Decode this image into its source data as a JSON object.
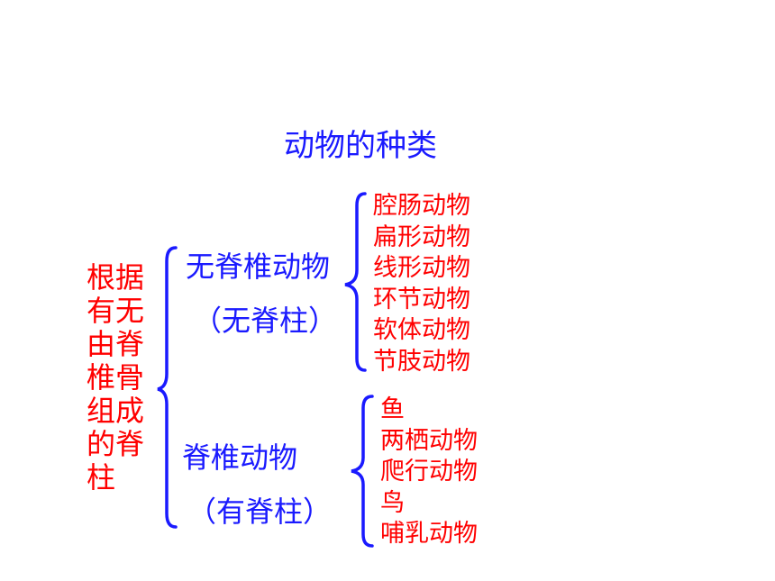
{
  "title": "动物的种类",
  "criterion": "根据有无由脊椎骨组成的脊柱",
  "groups": [
    {
      "name": "无脊椎动物",
      "note": "（无脊柱）",
      "members": [
        "腔肠动物",
        "扁形动物",
        "线形动物",
        "环节动物",
        "软体动物",
        "节肢动物"
      ]
    },
    {
      "name": "脊椎动物",
      "note": "（有脊柱）",
      "members": [
        "鱼",
        "两栖动物",
        "爬行动物",
        "鸟",
        "哺乳动物"
      ]
    }
  ],
  "colors": {
    "title": "#1a1aff",
    "group_labels": "#1a1aff",
    "criterion": "#ff0000",
    "members": "#ff0000",
    "braces": "#1a1aff"
  }
}
